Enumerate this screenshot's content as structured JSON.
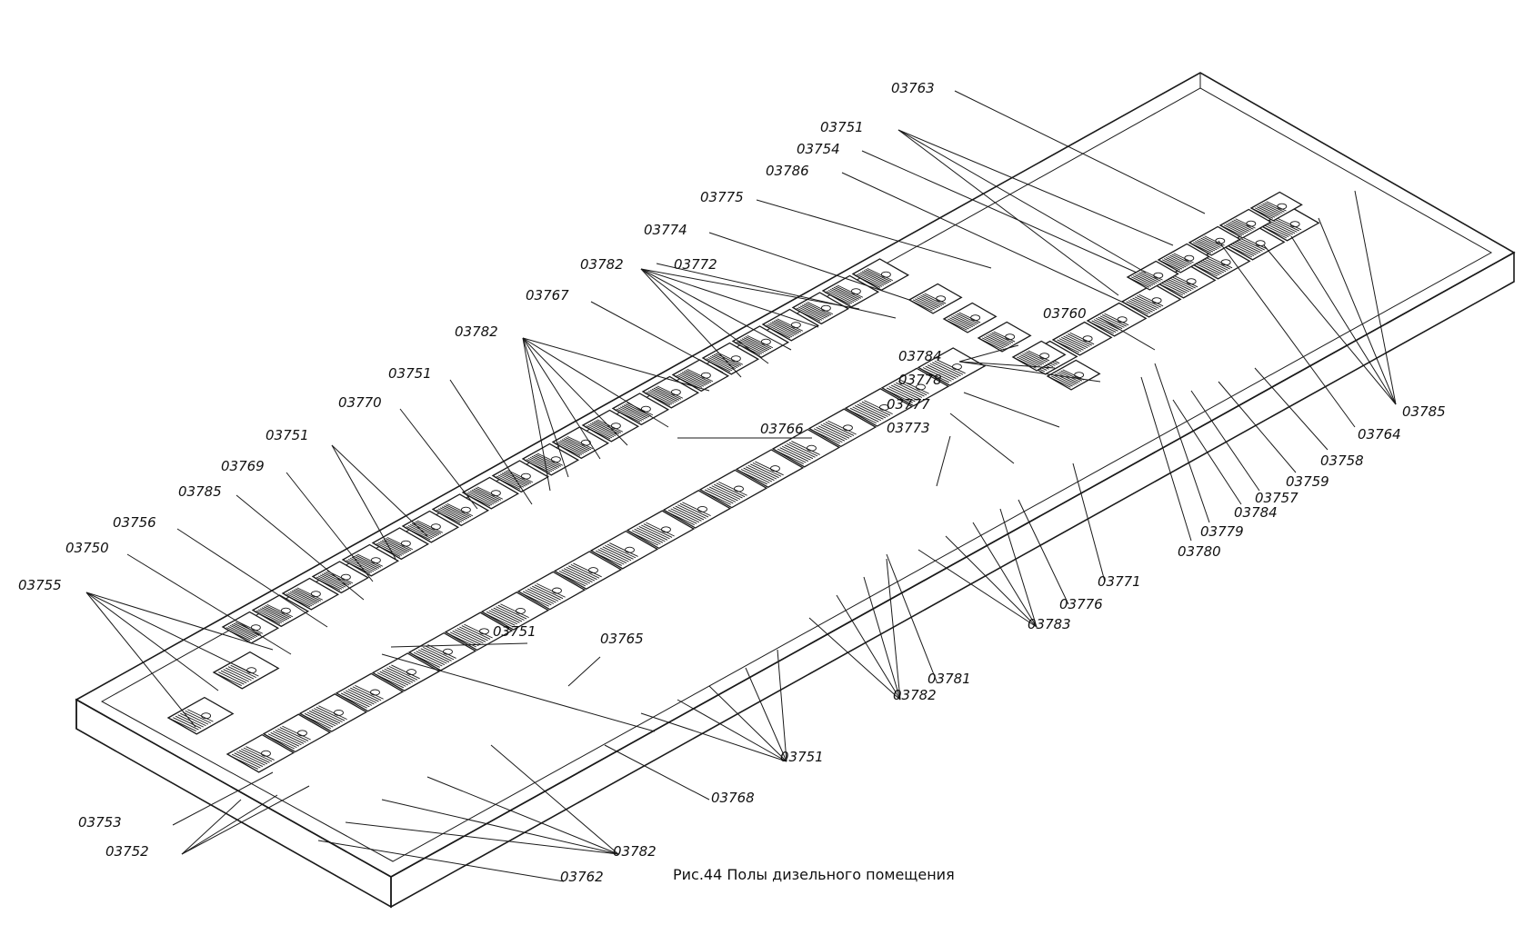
{
  "figure": {
    "caption": "Рис.44 Полы дизельного помещения"
  },
  "parts": [
    {
      "id": "p03763",
      "label": "03763"
    },
    {
      "id": "p03751a",
      "label": "03751"
    },
    {
      "id": "p03754",
      "label": "03754"
    },
    {
      "id": "p03786",
      "label": "03786"
    },
    {
      "id": "p03775",
      "label": "03775"
    },
    {
      "id": "p03774",
      "label": "03774"
    },
    {
      "id": "p03782a",
      "label": "03782"
    },
    {
      "id": "p03772",
      "label": "03772"
    },
    {
      "id": "p03767",
      "label": "03767"
    },
    {
      "id": "p03782b",
      "label": "03782"
    },
    {
      "id": "p03751b",
      "label": "03751"
    },
    {
      "id": "p03770",
      "label": "03770"
    },
    {
      "id": "p03751c",
      "label": "03751"
    },
    {
      "id": "p03769",
      "label": "03769"
    },
    {
      "id": "p03785a",
      "label": "03785"
    },
    {
      "id": "p03756",
      "label": "03756"
    },
    {
      "id": "p03750",
      "label": "03750"
    },
    {
      "id": "p03755",
      "label": "03755"
    },
    {
      "id": "p03766",
      "label": "03766"
    },
    {
      "id": "p03760",
      "label": "03760"
    },
    {
      "id": "p03784a",
      "label": "03784"
    },
    {
      "id": "p03778",
      "label": "03778"
    },
    {
      "id": "p03777",
      "label": "03777"
    },
    {
      "id": "p03773",
      "label": "03773"
    },
    {
      "id": "p03785b",
      "label": "03785"
    },
    {
      "id": "p03764",
      "label": "03764"
    },
    {
      "id": "p03758",
      "label": "03758"
    },
    {
      "id": "p03759",
      "label": "03759"
    },
    {
      "id": "p03757",
      "label": "03757"
    },
    {
      "id": "p03784b",
      "label": "03784"
    },
    {
      "id": "p03779",
      "label": "03779"
    },
    {
      "id": "p03780",
      "label": "03780"
    },
    {
      "id": "p03771",
      "label": "03771"
    },
    {
      "id": "p03776",
      "label": "03776"
    },
    {
      "id": "p03783",
      "label": "03783"
    },
    {
      "id": "p03781",
      "label": "03781"
    },
    {
      "id": "p03782c",
      "label": "03782"
    },
    {
      "id": "p03751d",
      "label": "03751"
    },
    {
      "id": "p03765",
      "label": "03765"
    },
    {
      "id": "p03751e",
      "label": "03751"
    },
    {
      "id": "p03768",
      "label": "03768"
    },
    {
      "id": "p03753",
      "label": "03753"
    },
    {
      "id": "p03752",
      "label": "03752"
    },
    {
      "id": "p03782d",
      "label": "03782"
    },
    {
      "id": "p03762",
      "label": "03762"
    }
  ]
}
